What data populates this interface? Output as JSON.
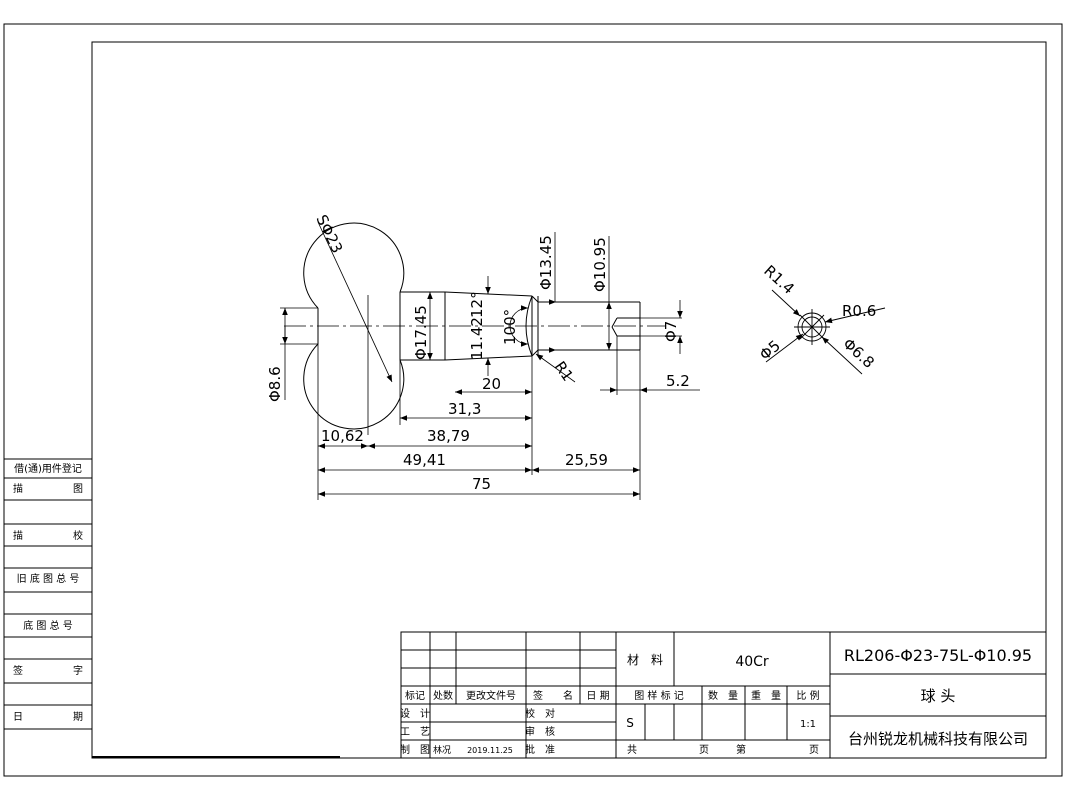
{
  "sidebar": {
    "items": [
      "借(通)用件登记",
      "描　　　　　图",
      "描　　　　　校",
      "旧 底 图 总 号",
      "底 图 总 号",
      "签　　　　　字",
      "日　　　　　期"
    ]
  },
  "dims": {
    "sphere": "SΦ23",
    "neck": "Φ8.6",
    "d1745": "Φ17.45",
    "d1142": "11.42",
    "taper": "12°",
    "cone": "100°",
    "d1345": "Φ13.45",
    "d1095": "Φ10.95",
    "d7": "Φ7",
    "r1": "R1",
    "l20": "20",
    "l313": "31,3",
    "l1062": "10,62",
    "l3879": "38,79",
    "l4941": "49,41",
    "l2559": "25,59",
    "l75": "75",
    "l52": "5.2",
    "r14": "R1.4",
    "r06": "R0.6",
    "d5": "Φ5",
    "d68": "Φ6.8"
  },
  "title_block": {
    "material_label": "材　料",
    "material": "40Cr",
    "drawing_no": "RL206-Φ23-75L-Φ10.95",
    "part_name": "球 头",
    "company": "台州锐龙机械科技有限公司",
    "hdr_mark": "标记",
    "hdr_count": "处数",
    "hdr_change": "更改文件号",
    "hdr_sign": "签　　名",
    "hdr_date": "日 期",
    "hdr_stage": "图 样 标 记",
    "hdr_qty": "数　量",
    "hdr_weight": "重　量",
    "hdr_scale": "比 例",
    "stage_value": "S",
    "scale_value": "1:1",
    "design": "设　计",
    "check": "校　对",
    "process": "工　艺",
    "review": "审　核",
    "draw": "制　图",
    "drafter": "林况",
    "draw_date": "2019.11.25",
    "approve": "批　准",
    "total": "共",
    "sheet_word": "页",
    "nth": "第",
    "page_word": "页"
  }
}
